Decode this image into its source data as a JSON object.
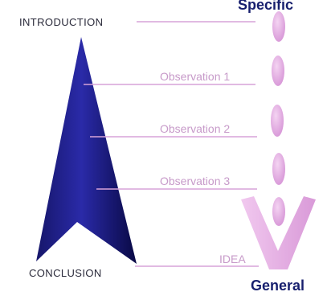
{
  "diagram": {
    "top_left_label": "INTRODUCTION",
    "bottom_left_label": "CONCLUSION",
    "top_right_label": "Specific",
    "bottom_right_label": "General",
    "idea_label": "IDEA",
    "observations": [
      "Observation 1",
      "Observation 2",
      "Observation 3"
    ],
    "colors": {
      "arrow": "#1f1f8f",
      "arrow_dark": "#0b0b4a",
      "guide_lines": "#d7a3d8",
      "pink_shape": "#e7b0e4",
      "observation_text": "#c79ac9",
      "navy_text": "#171f6e"
    }
  }
}
